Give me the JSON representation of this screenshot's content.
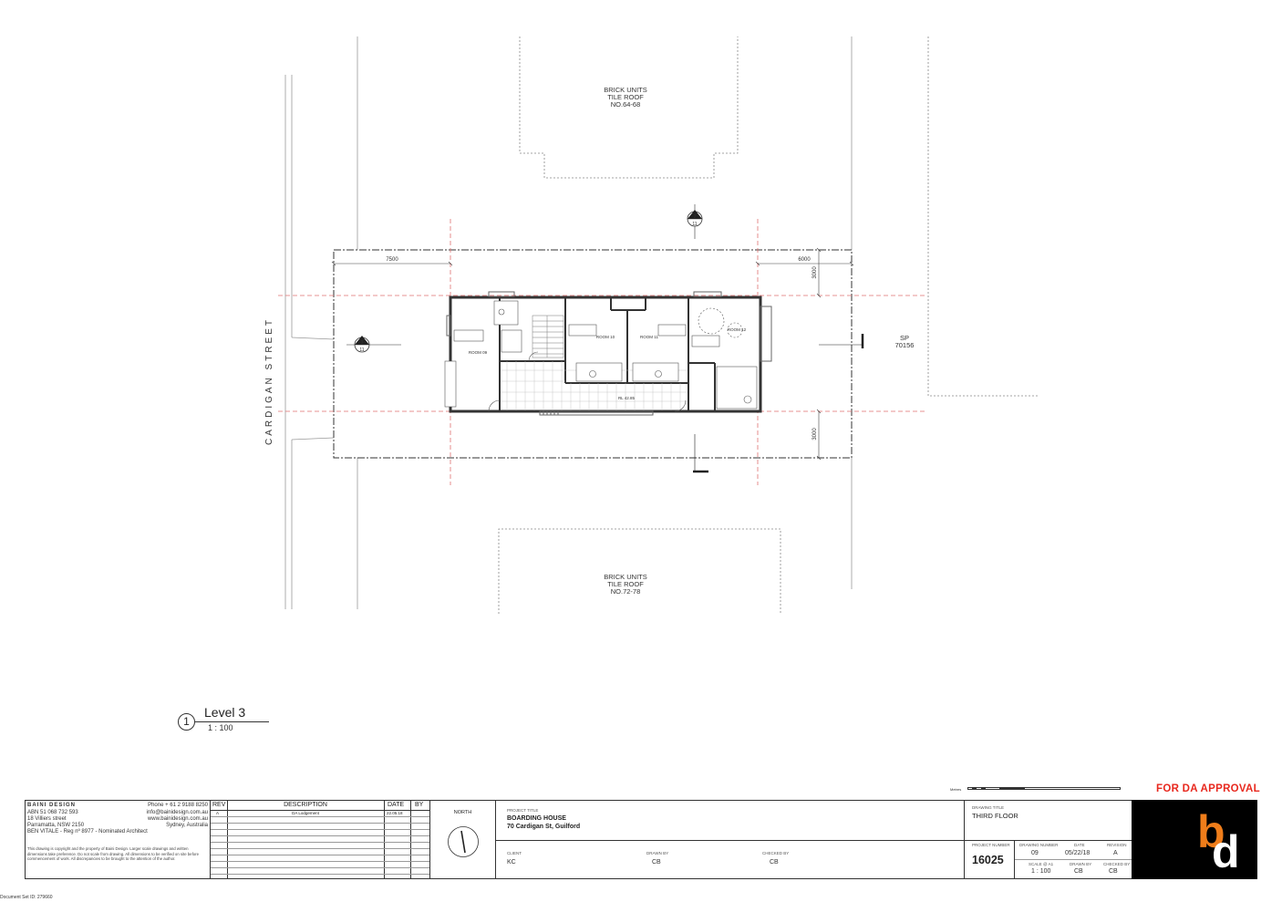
{
  "site": {
    "neighbour_top": [
      "BRICK UNITS",
      "TILE ROOF",
      "NO.64-68"
    ],
    "neighbour_bottom": [
      "BRICK UNITS",
      "TILE ROOF",
      "NO.72-78"
    ],
    "street": "CARDIGAN STREET",
    "sp_label": [
      "SP",
      "70156"
    ],
    "dim_left": "7500",
    "dim_right": "6000",
    "dim_side_top": "3000",
    "dim_side_bottom": "3000",
    "rl_label": "RL 42.85",
    "rooms": [
      "ROOM 09",
      "ROOM 10",
      "ROOM 11",
      "ROOM 12"
    ],
    "section_marker_top": [
      "2",
      "11"
    ],
    "section_marker_left": [
      "3",
      "11"
    ]
  },
  "view": {
    "number": "1",
    "title": "Level 3",
    "scale": "1 : 100"
  },
  "stamp": {
    "text": "FOR DA APPROVAL",
    "color": "#e8281e"
  },
  "titleblock": {
    "firm": {
      "name": "BAINI DESIGN",
      "abn": "ABN 51 068 732 593",
      "street": "18 Villiers street",
      "suburb": "Parramatta, NSW 2150",
      "architect": "BEN VITALE - Reg nº 8977 - Nominated Architect",
      "phone": "Phone + 61 2 9188 8250",
      "email": "info@bainidesign.com.au",
      "web": "www.bainidesign.com.au",
      "city": "Sydney, Australia",
      "copyright": "This drawing is copyright and the property of Baini Design. Larger scale drawings and written dimensions take preference. Do not scale from drawing. All dimensions to be verified on site before commencement of work. All discrepancies to be brought to the attention of the author."
    },
    "revisions": {
      "headers": [
        "REV",
        "DESCRIPTION",
        "DATE",
        "BY"
      ],
      "rows": [
        {
          "rev": "A",
          "description": "DA Lodgement",
          "date": "22.05.18",
          "by": ""
        }
      ]
    },
    "north_label": "NORTH",
    "project": {
      "title_label": "PROJECT TITLE",
      "name": "BOARDING HOUSE",
      "address": "70 Cardigan St, Guilford"
    },
    "client_label": "CLIENT",
    "client": "KC",
    "drawn_by_label": "DRAWN BY",
    "drawn_by": "CB",
    "checked_by_label": "CHECKED BY",
    "checked_by": "CB",
    "drawing_title_label": "DRAWING TITLE",
    "drawing_title": "THIRD FLOOR",
    "project_number_label": "PROJECT NUMBER",
    "project_number": "16025",
    "drawing_number_label": "DRAWING NUMBER",
    "drawing_number": "09",
    "date_label": "DATE",
    "date": "05/22/18",
    "revision_label": "REVISION",
    "revision": "A",
    "scale_label": "SCALE @ A1",
    "scale": "1 : 100",
    "drawn_label": "DRAWN BY",
    "drawn": "CB",
    "checked_label": "CHECKED BY",
    "checked": "CB",
    "scalebar_label": "Metres",
    "logo_text": [
      "b",
      "d"
    ]
  },
  "document_id": "Document Set ID: 279660"
}
